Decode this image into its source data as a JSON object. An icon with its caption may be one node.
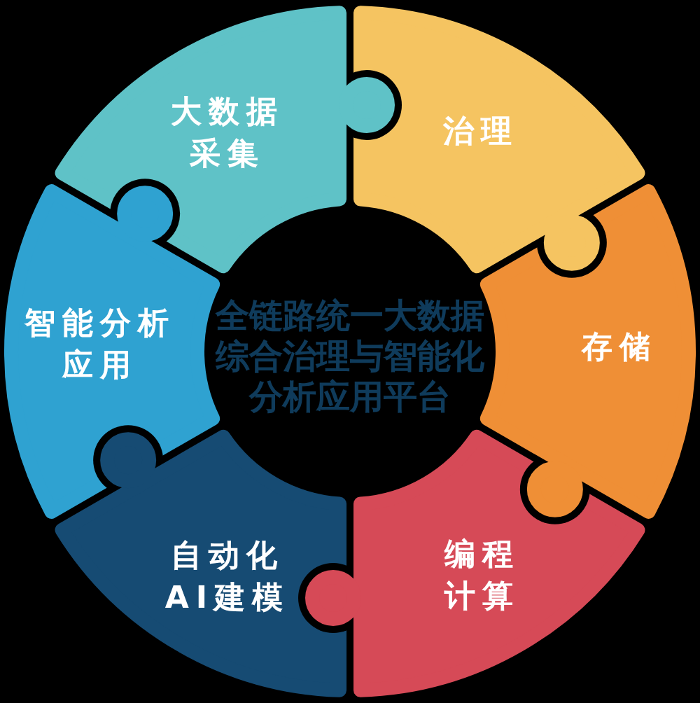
{
  "diagram": {
    "nodes": [
      {
        "text": [
          "大数据采集"
        ]
      },
      {
        "text": [
          "治理"
        ]
      },
      {
        "text": [
          "存储"
        ]
      },
      {
        "text": [
          "编程计算"
        ]
      },
      {
        "text": [
          "自动化AI建模"
        ]
      },
      {
        "text": [
          "智能分析应用"
        ]
      }
    ],
    "labels": [
      "全链路统一大数据综合治理与智能化分析应用平台"
    ]
  }
}
